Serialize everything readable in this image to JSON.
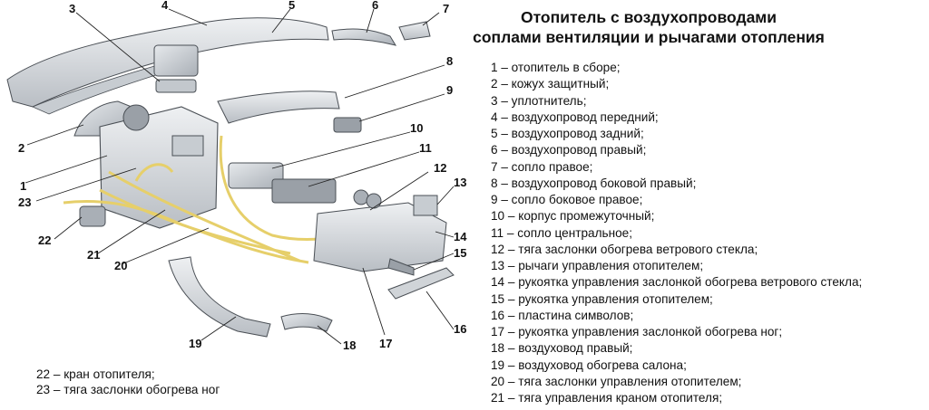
{
  "title": {
    "line1": "Отопитель с воздухопроводами",
    "line2": "соплами вентиляции и рычагами отопления"
  },
  "legend": [
    "1 – отопитель в сборе;",
    "2 – кожух защитный;",
    "3 – уплотнитель;",
    "4 – воздухопровод передний;",
    "5 – воздухопровод задний;",
    "6 – воздухопровод правый;",
    "7 – сопло правое;",
    "8 – воздухопровод боковой правый;",
    "9 – сопло боковое правое;",
    "10 – корпус промежуточный;",
    "11 – сопло центральное;",
    "12 – тяга заслонки обогрева ветрового стекла;",
    "13 – рычаги управления отопителем;",
    "14 – рукоятка управления заслонкой обогрева ветрового стекла;",
    "15 – рукоятка управления отопителем;",
    "16 – пластина символов;",
    "17 – рукоятка управления заслонкой обогрева ног;",
    "18 – воздуховод правый;",
    "19 – воздуховод обогрева салона;",
    "20 – тяга заслонки управления отопителем;",
    "21 – тяга управления краном отопителя;"
  ],
  "legend_left": [
    "22 – кран отопителя;",
    "23 – тяга заслонки обогрева ног"
  ],
  "callouts": [
    "1",
    "2",
    "3",
    "4",
    "5",
    "6",
    "7",
    "8",
    "9",
    "10",
    "11",
    "12",
    "13",
    "14",
    "15",
    "16",
    "17",
    "18",
    "19",
    "20",
    "21",
    "22",
    "23"
  ],
  "colors": {
    "part_fill": "#d9dde1",
    "part_stroke": "#4a4f55",
    "rod": "#e6cf6a",
    "text": "#111111"
  }
}
